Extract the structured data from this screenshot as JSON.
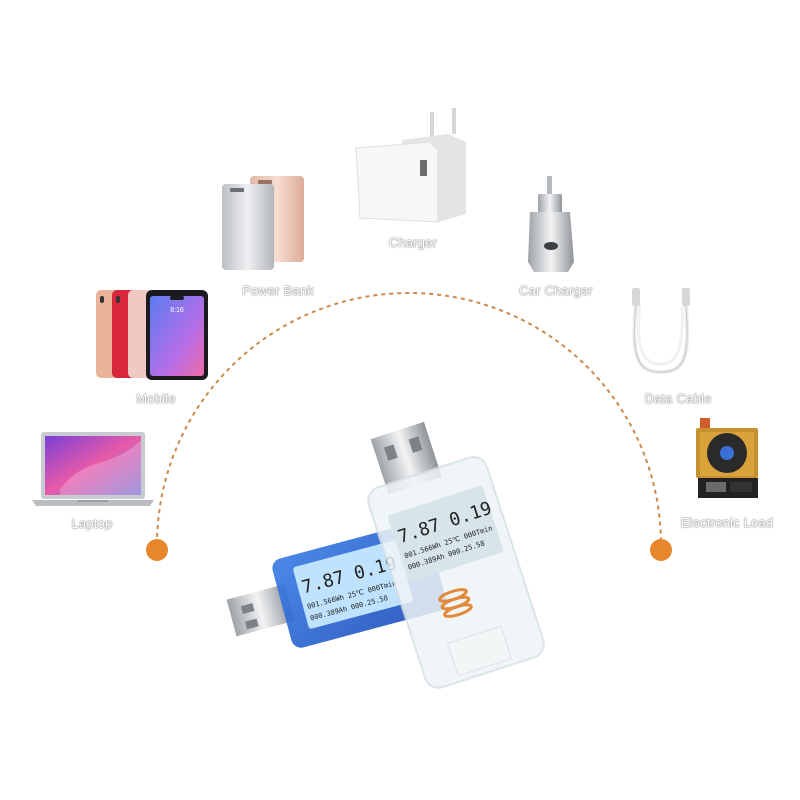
{
  "devices": [
    {
      "key": "laptop",
      "label": "Laptop",
      "icon": "laptop-icon"
    },
    {
      "key": "mobile",
      "label": "Mobile",
      "icon": "smartphone-icon"
    },
    {
      "key": "power_bank",
      "label": "Power Bank",
      "icon": "power-bank-icon"
    },
    {
      "key": "charger",
      "label": "Charger",
      "icon": "wall-charger-icon"
    },
    {
      "key": "car_charger",
      "label": "Car Charger",
      "icon": "car-charger-icon"
    },
    {
      "key": "data_cable",
      "label": "Data Cable",
      "icon": "usb-cable-icon"
    },
    {
      "key": "electronic_load",
      "label": "Electronic Load",
      "icon": "electronic-load-icon"
    }
  ],
  "tester_blue": {
    "voltage": "7.87",
    "current": "0.19",
    "line2": "001.566Wh 25℃ 000Tmin",
    "line3": "000.389Ah 000.25.58"
  },
  "tester_clear": {
    "voltage": "7.87",
    "current": "0.19",
    "line2": "001.566Wh 25℃ 000Tmin",
    "line3": "000.389Ah 000.25.58"
  },
  "colors": {
    "arc": "#c98a4b",
    "dot": "#e8862c",
    "tester_blue": "#2f6fd1",
    "label_text": "#ffffff"
  }
}
